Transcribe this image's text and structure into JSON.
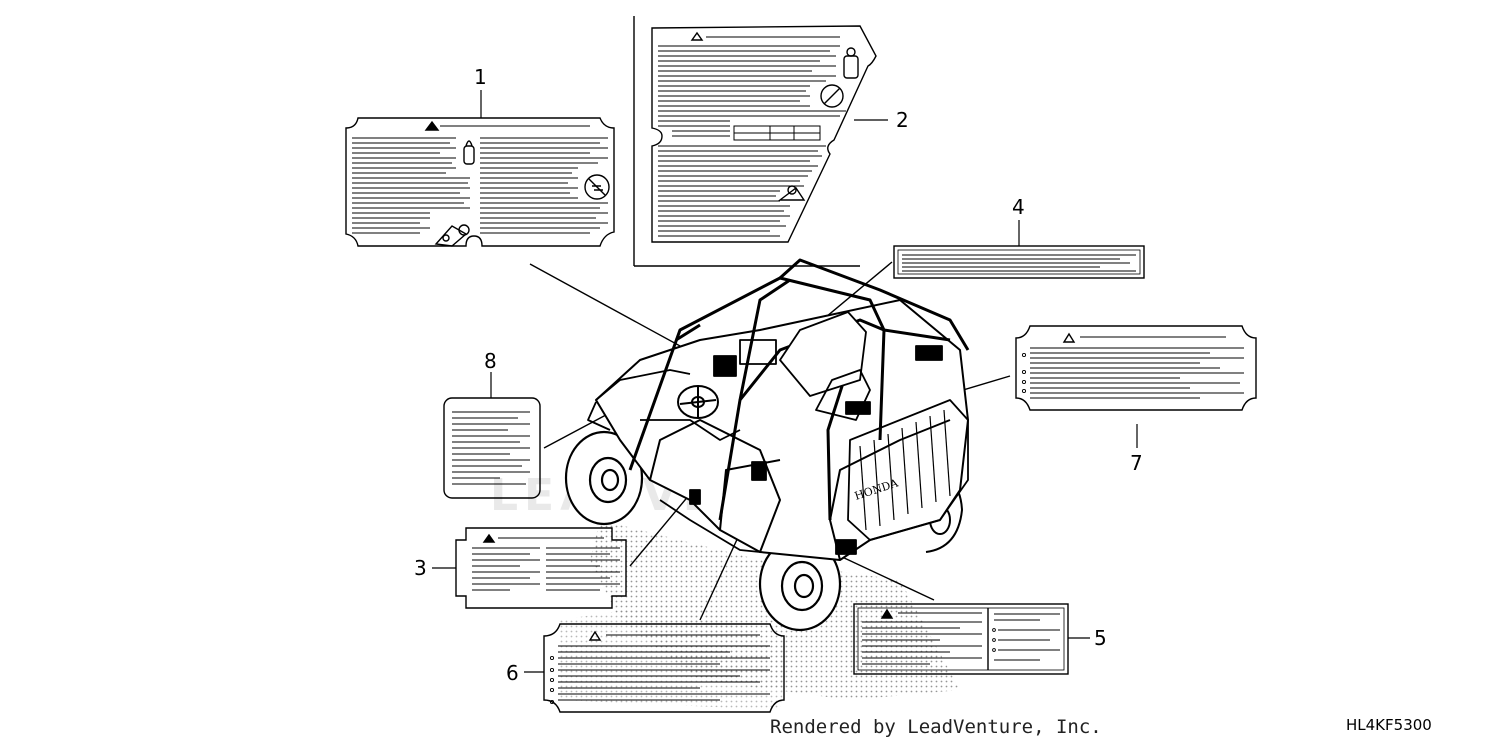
{
  "callouts": [
    "1",
    "2",
    "3",
    "4",
    "5",
    "6",
    "7",
    "8"
  ],
  "watermark": "LEADVENTURE",
  "footer": "Rendered by LeadVenture, Inc.",
  "diagram_code": "HL4KF5300",
  "colors": {
    "line": "#000000",
    "background": "#ffffff",
    "stipple": "#9a9a9a"
  }
}
